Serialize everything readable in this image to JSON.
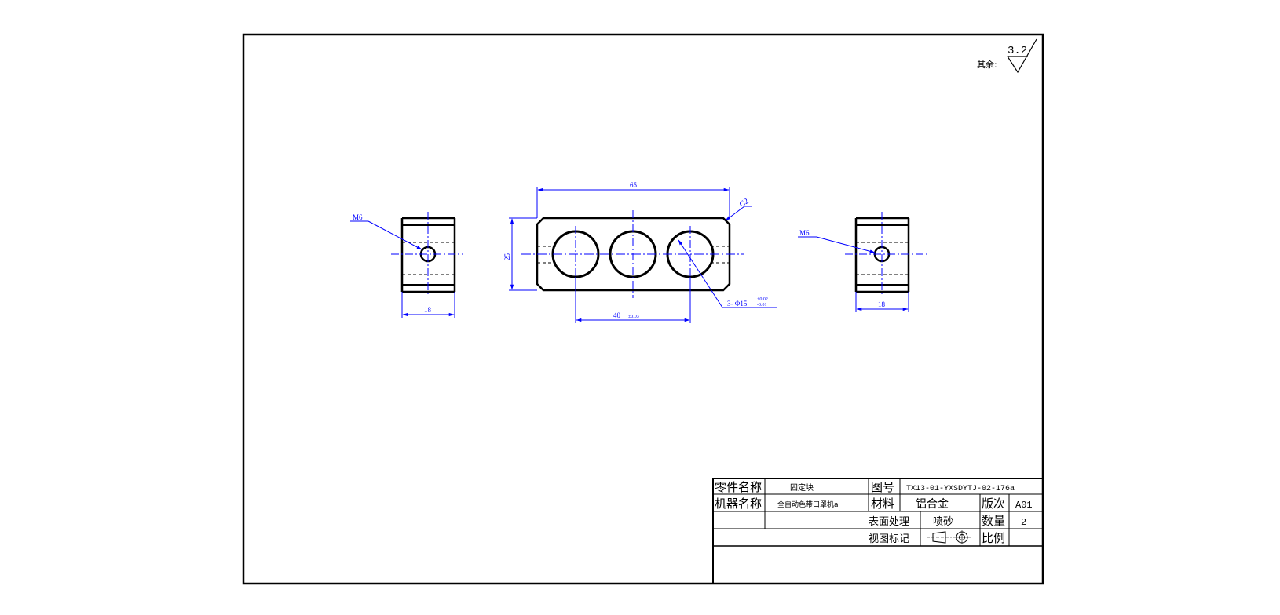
{
  "roughness": {
    "prefix": "其余:",
    "value": "3.2"
  },
  "dimensions": {
    "left_thread": "M6",
    "left_width": "18",
    "main_length": "65",
    "main_height": "25",
    "chamfer": "C2",
    "pitch": "40",
    "pitch_tol": "±0.03",
    "holes": "3- Φ15",
    "hole_tol_upper": "+0.02",
    "hole_tol_lower": "-0.01",
    "right_thread": "M6",
    "right_width": "18"
  },
  "title_block": {
    "part_name_label": "零件名称",
    "part_name": "固定块",
    "drawing_no_label": "图号",
    "drawing_no": "TX13-01-YXSDYTJ-02-176a",
    "machine_name_label": "机器名称",
    "machine_name": "全自动色带口罩机a",
    "material_label": "材料",
    "material": "铝合金",
    "version_label": "版次",
    "version": "A01",
    "surface_label": "表面处理",
    "surface": "喷砂",
    "qty_label": "数量",
    "qty": "2",
    "view_label": "视图标记",
    "scale_label": "比例",
    "scale": ""
  },
  "colors": {
    "outline": "#000000",
    "dimension": "#0000ff"
  }
}
